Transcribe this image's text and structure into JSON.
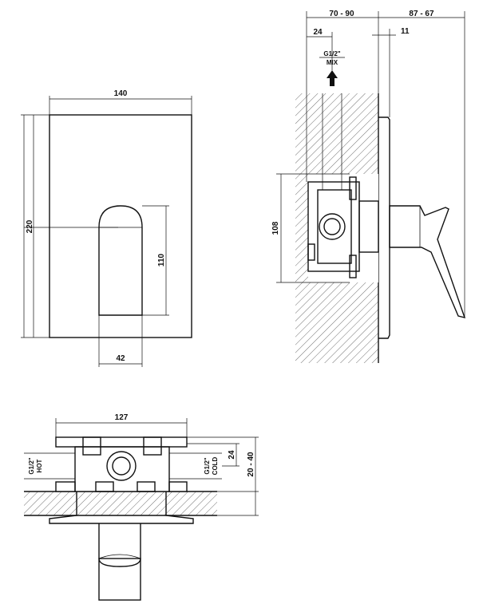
{
  "front_view": {
    "width_label": "140",
    "height_label": "220",
    "handle_height_label": "110",
    "handle_width_label": "42"
  },
  "side_view": {
    "depth_label": "70 - 90",
    "depth2_label": "87 - 67",
    "offset_label": "24",
    "offset2_label": "11",
    "thread_label": "G1/2\"",
    "mix_label": "MIX",
    "body_height_label": "108"
  },
  "top_view": {
    "width_label": "127",
    "hot_thread_label": "G1/2\"",
    "hot_label": "HOT",
    "cold_thread_label": "G1/2\"",
    "cold_label": "COLD",
    "offset_label": "24",
    "depth_label": "20 - 40"
  }
}
